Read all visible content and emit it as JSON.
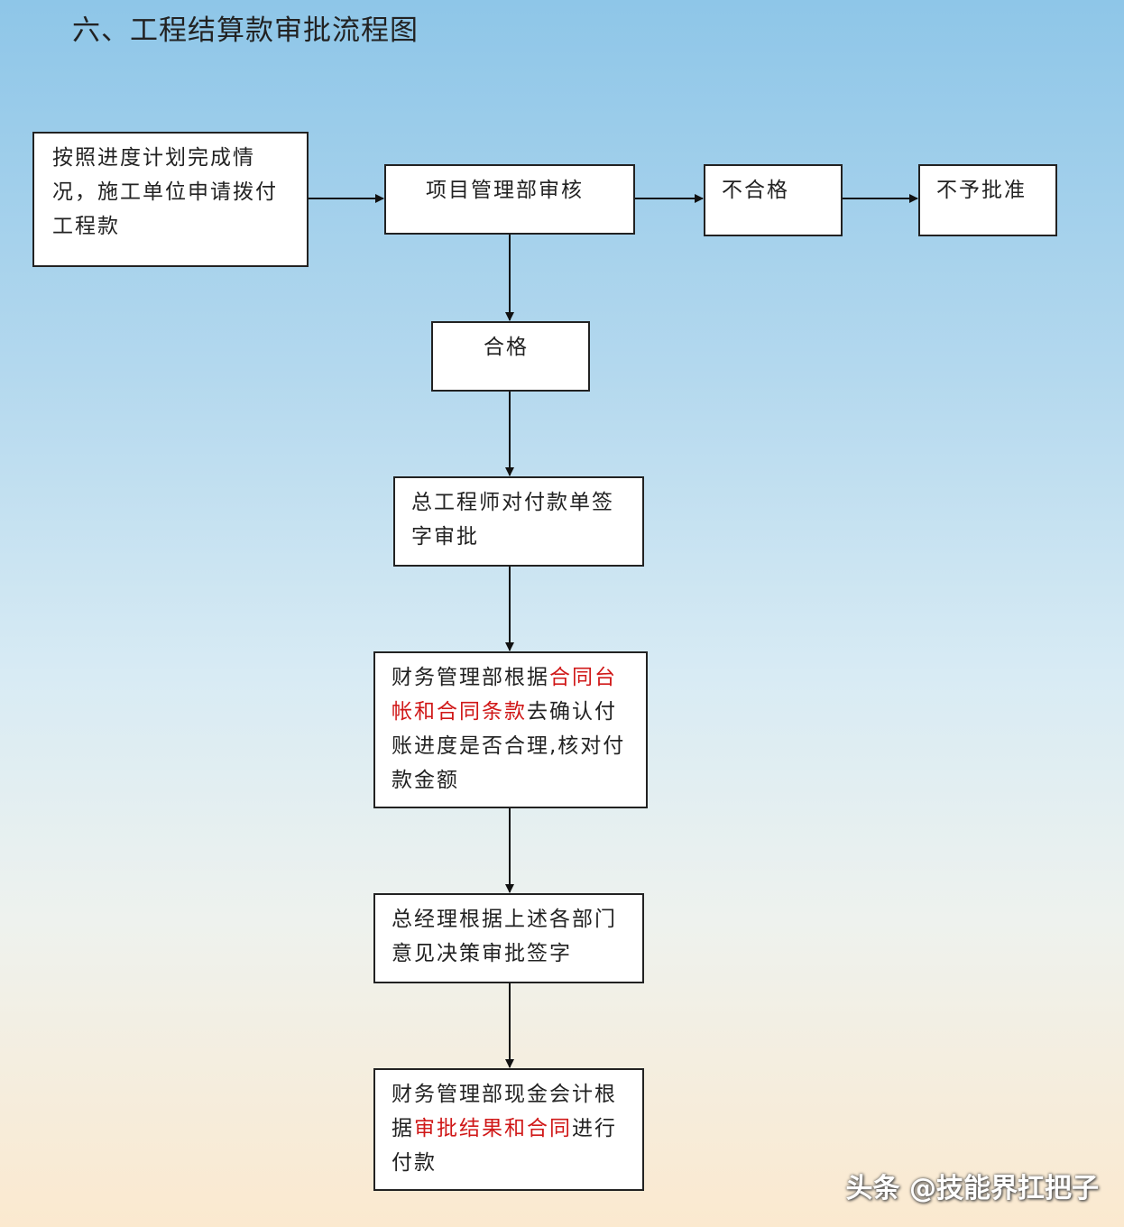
{
  "title": "六、工程结算款审批流程图",
  "nodes": {
    "apply": "按照进度计划完成情况，施工单位申请拨付工程款",
    "project_review": "项目管理部审核",
    "unqualified": "不合格",
    "reject": "不予批准",
    "qualified": "合格",
    "chief_engineer": "总工程师对付款单签字审批",
    "finance_check": {
      "part1": "财务管理部根据",
      "red1": "合同台帐和合同条款",
      "part2": "去确认付账进度是否合理,核对付款金额"
    },
    "general_manager": "总经理根据上述各部门意见决策审批签字",
    "payment": {
      "part1": "财务管理部现金会计根据",
      "red1": "审批结果和合同",
      "part2": "进行付款"
    }
  },
  "watermark": "头条 @技能界扛把子",
  "colors": {
    "highlight": "#d01818",
    "border": "#222222"
  }
}
